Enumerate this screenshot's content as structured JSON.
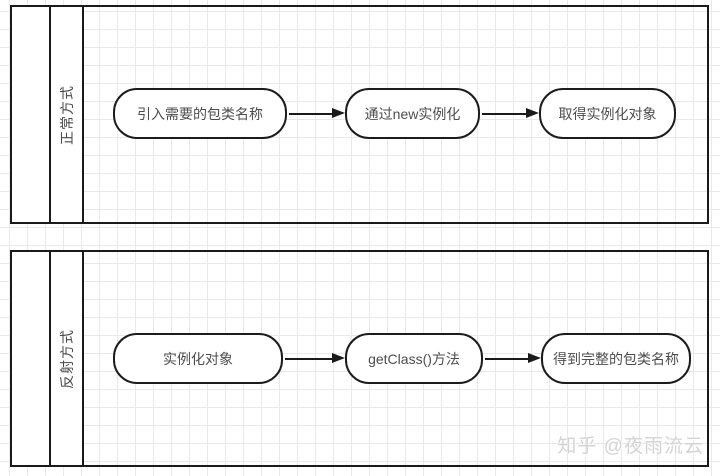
{
  "diagram": {
    "lanes": [
      {
        "label": "正常方式",
        "steps": [
          "引入需要的包类名称",
          "通过new实例化",
          "取得实例化对象"
        ]
      },
      {
        "label": "反射方式",
        "steps": [
          "实例化对象",
          "getClass()方法",
          "得到完整的包类名称"
        ]
      }
    ],
    "watermark": "知乎 @夜雨流云",
    "colors": {
      "shape_border": "#1a1a1a",
      "shape_fill": "#ffffff",
      "text": "#4d4d4d",
      "grid_line": "#e9e9e9",
      "watermark_text": "#d4d4d4"
    }
  }
}
